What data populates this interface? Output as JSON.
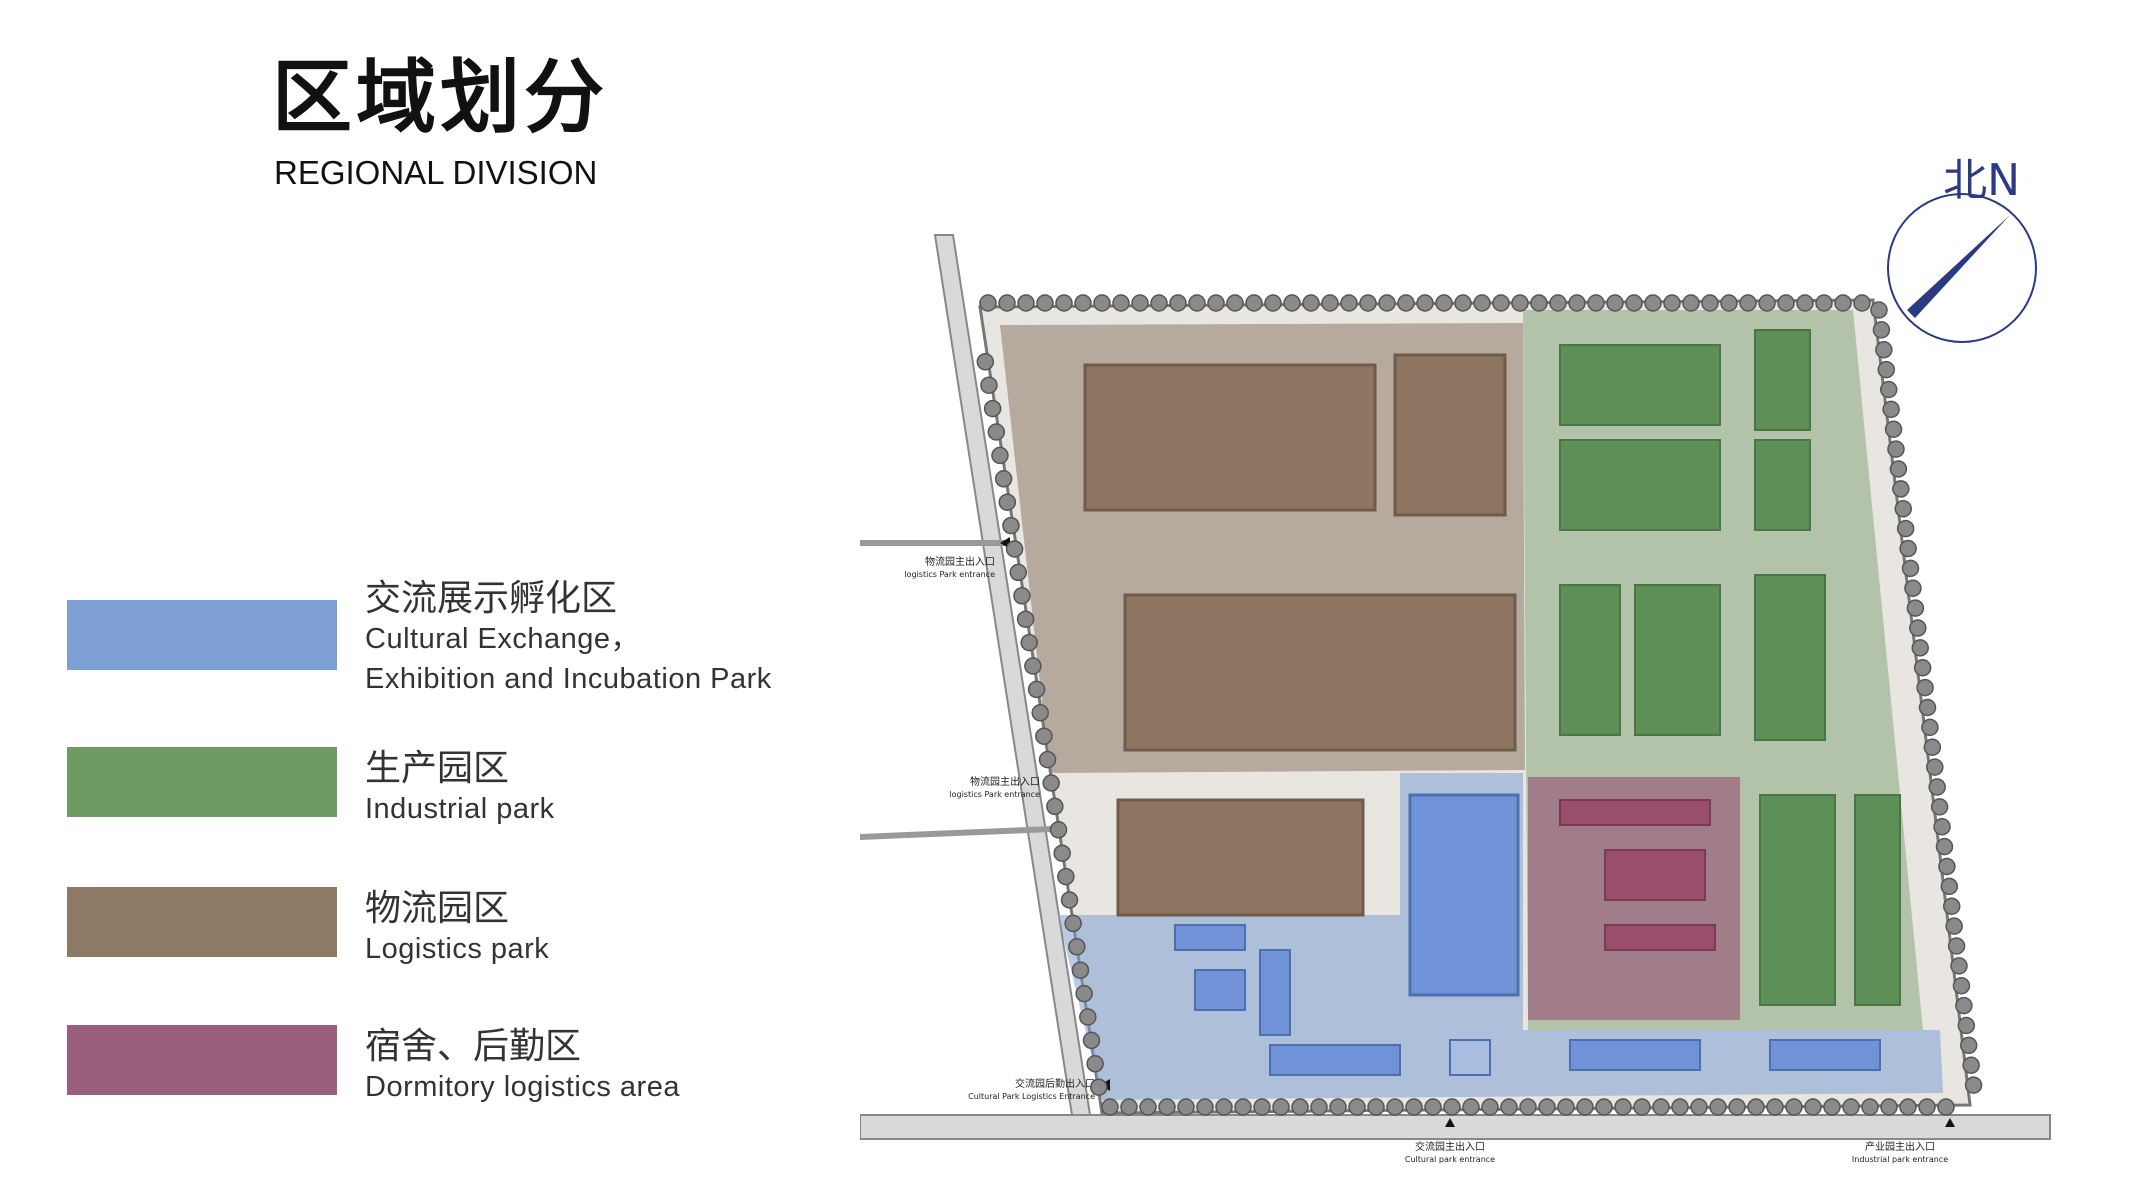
{
  "header": {
    "title_zh": "区域划分",
    "title_en": "REGIONAL DIVISION"
  },
  "legend": [
    {
      "label_zh": "交流展示孵化区",
      "label_en_lines": [
        "Cultural Exchange，",
        "Exhibition and Incubation Park"
      ],
      "color": "#7e9fd4"
    },
    {
      "label_zh": "生产园区",
      "label_en_lines": [
        "Industrial park"
      ],
      "color": "#6e9a63"
    },
    {
      "label_zh": "物流园区",
      "label_en_lines": [
        "Logistics park"
      ],
      "color": "#8c7966"
    },
    {
      "label_zh": "宿舍、后勤区",
      "label_en_lines": [
        "Dormitory logistics area"
      ],
      "color": "#9a5f7d"
    }
  ],
  "compass": {
    "label": "北N",
    "icon": "north-arrow-icon",
    "color": "#2b3a85"
  },
  "map": {
    "zone_colors": {
      "logistics": "#8c7966",
      "industrial": "#6e9a63",
      "cultural": "#7e9fd4",
      "dormitory": "#9a5f7d"
    },
    "entrances": [
      {
        "zh": "物流园主出入口",
        "en": "logistics Park entrance"
      },
      {
        "zh": "物流园主出入口",
        "en": "logistics Park entrance"
      },
      {
        "zh": "交流园后勤出入口",
        "en": "Cultural Park Logistics Entrance"
      },
      {
        "zh": "交流园主出入口",
        "en": "Cultural park entrance"
      },
      {
        "zh": "产业园主出入口",
        "en": "Industrial park entrance"
      }
    ]
  }
}
